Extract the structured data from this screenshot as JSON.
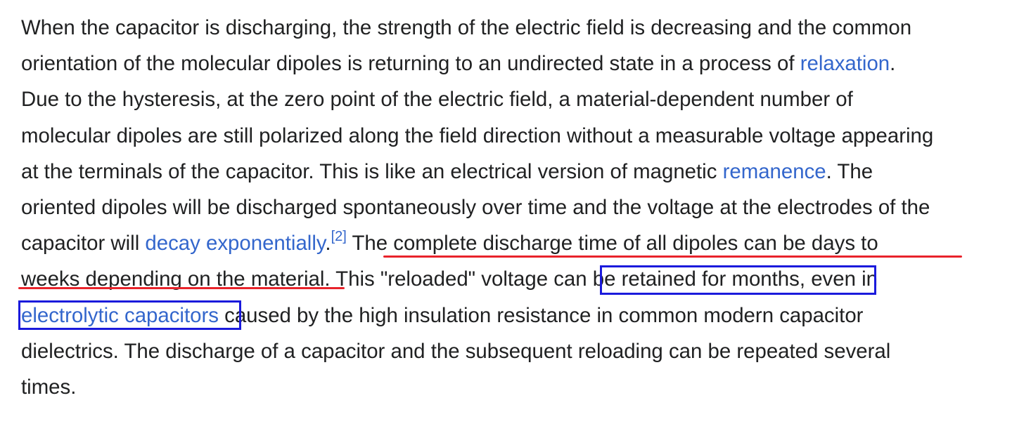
{
  "paragraph": {
    "l1": "When the capacitor is discharging, the strength of the electric field is decreasing and the common",
    "l2_a": "orientation of the molecular dipoles is returning to an undirected state in a process of ",
    "l2_link": "relaxation",
    "l2_b": ".",
    "l3": "Due to the hysteresis, at the zero point of the electric field, a material-dependent number of",
    "l4": "molecular dipoles are still polarized along the field direction without a measurable voltage appearing",
    "l5_a": "at the terminals of the capacitor. This is like an electrical version of magnetic ",
    "l5_link": "remanence",
    "l5_b": ". The",
    "l6": "oriented dipoles will be discharged spontaneously over time and the voltage at the electrodes of the",
    "l7_a": "capacitor will ",
    "l7_link": "decay exponentially",
    "l7_b": ".",
    "l7_ref": "[2]",
    "l7_c": " The complete discharge time of all dipoles can be days to",
    "l8_a": "weeks depending on the material",
    "l8_b": ". This \"reloaded\" voltage ",
    "l8_c": "can be retained for months",
    "l8_d": ", even in",
    "l9_link": "electrolytic capacitors",
    "l9_b": " caused by the high insulation resistance in common modern capacitor",
    "l10": "dielectrics. The discharge of a capacitor and the subsequent reloading can be repeated several",
    "l11": "times."
  },
  "colors": {
    "text": "#202122",
    "link": "#3366cc",
    "underline_annotation": "#e8232b",
    "box_annotation": "#1a1adc"
  }
}
